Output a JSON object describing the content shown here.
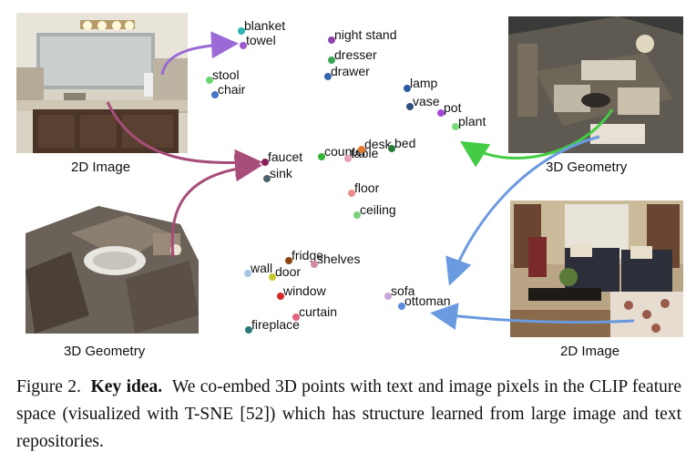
{
  "panels": {
    "top_left": "2D Image",
    "bottom_left": "3D Geometry",
    "top_right": "3D Geometry",
    "bottom_right": "2D Image"
  },
  "embedding_words": [
    {
      "label": "blanket",
      "color": "#2bb3b3"
    },
    {
      "label": "towel",
      "color": "#9b59d0"
    },
    {
      "label": "night stand",
      "color": "#8e44ad"
    },
    {
      "label": "dresser",
      "color": "#3aa655"
    },
    {
      "label": "drawer",
      "color": "#3a66b0"
    },
    {
      "label": "stool",
      "color": "#6fd46f"
    },
    {
      "label": "chair",
      "color": "#4a74c9"
    },
    {
      "label": "lamp",
      "color": "#2c5aa0"
    },
    {
      "label": "vase",
      "color": "#2f4f7f"
    },
    {
      "label": "pot",
      "color": "#a548d8"
    },
    {
      "label": "plant",
      "color": "#7ad97a"
    },
    {
      "label": "faucet",
      "color": "#8a1e5a"
    },
    {
      "label": "sink",
      "color": "#4d6270"
    },
    {
      "label": "counter",
      "color": "#35b535"
    },
    {
      "label": "table",
      "color": "#e8a0b8"
    },
    {
      "label": "desk",
      "color": "#e07a2a"
    },
    {
      "label": "bed",
      "color": "#2a7a3a"
    },
    {
      "label": "floor",
      "color": "#f08a8a"
    },
    {
      "label": "ceiling",
      "color": "#7ad07a"
    },
    {
      "label": "fridge",
      "color": "#8b4513"
    },
    {
      "label": "shelves",
      "color": "#d08ca0"
    },
    {
      "label": "wall",
      "color": "#a8c4e8"
    },
    {
      "label": "door",
      "color": "#c8c830"
    },
    {
      "label": "window",
      "color": "#d62828"
    },
    {
      "label": "curtain",
      "color": "#e06080"
    },
    {
      "label": "fireplace",
      "color": "#2a7a7a"
    },
    {
      "label": "sofa",
      "color": "#c8a8d8"
    },
    {
      "label": "ottoman",
      "color": "#5a8ae0"
    }
  ],
  "arrow_colors": {
    "bathroom_image": "#a64d79",
    "towel": "#9b6ad6",
    "living_geometry": "#44cc44",
    "living_image": "#6a9ae0"
  },
  "caption": {
    "prefix": "Figure 2.",
    "bold": "Key idea.",
    "body": "We co-embed 3D points with text and image pixels in the CLIP feature space (visualized with T-SNE [52]) which has structure learned from large image and text repositories."
  }
}
